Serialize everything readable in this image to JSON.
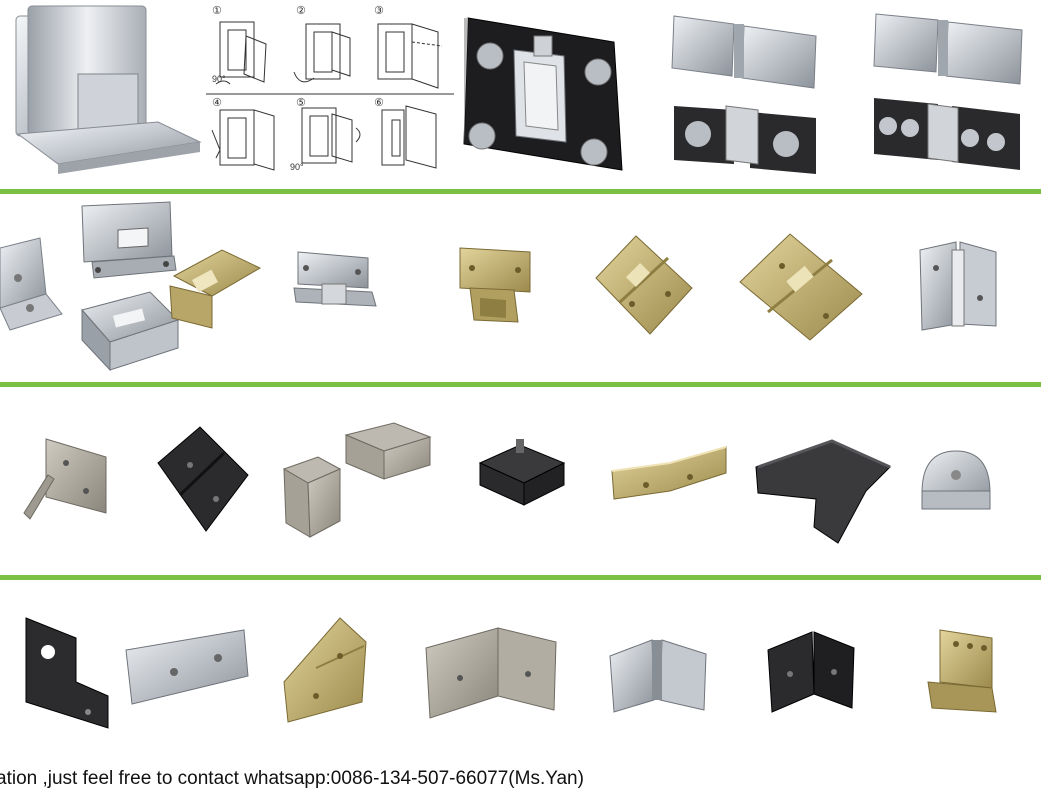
{
  "instructions": {
    "steps": [
      "①",
      "②",
      "③",
      "④",
      "⑤",
      "⑥"
    ],
    "angle_label_1": "90°",
    "angle_label_5": "90°"
  },
  "footer_text": "ation ,just feel free to contact whatsapp:0086-134-507-66077(Ms.Yan)",
  "colors": {
    "divider": "#7ac143",
    "chrome": "#c9ced6",
    "chrome_dark": "#8e959f",
    "brass": "#c8b67a",
    "matte_black": "#2b2b2e",
    "nickel": "#a8a49a"
  }
}
